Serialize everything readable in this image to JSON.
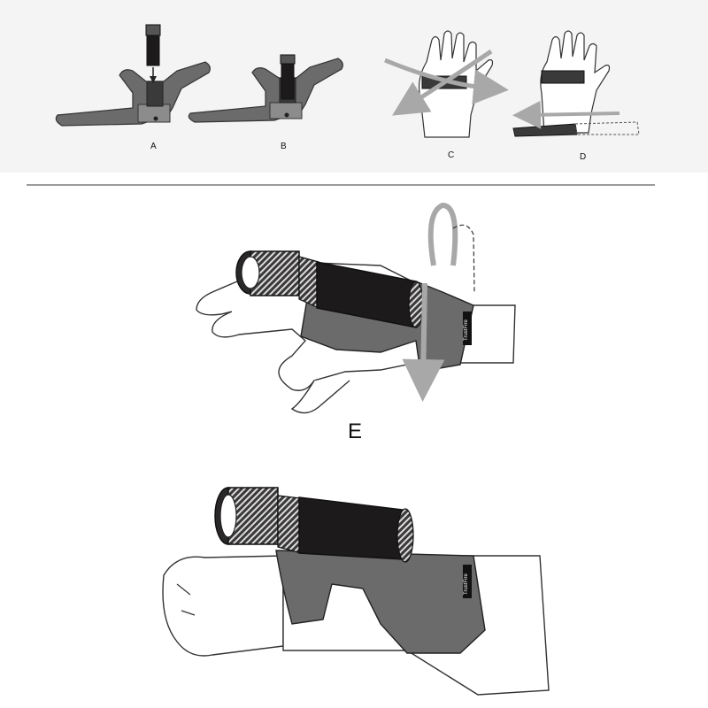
{
  "steps": {
    "a": {
      "label": "A"
    },
    "b": {
      "label": "B"
    },
    "c": {
      "label": "C"
    },
    "d": {
      "label": "D"
    },
    "e": {
      "label": "E"
    }
  },
  "strap_brand": "TrustFire",
  "colors": {
    "strap_gray": "#6b6b6b",
    "strap_dark": "#3a3a3a",
    "arrow_gray": "#a8a8a8",
    "flashlight_dark": "#1c1a1a",
    "panel_bg": "#f4f4f4"
  }
}
